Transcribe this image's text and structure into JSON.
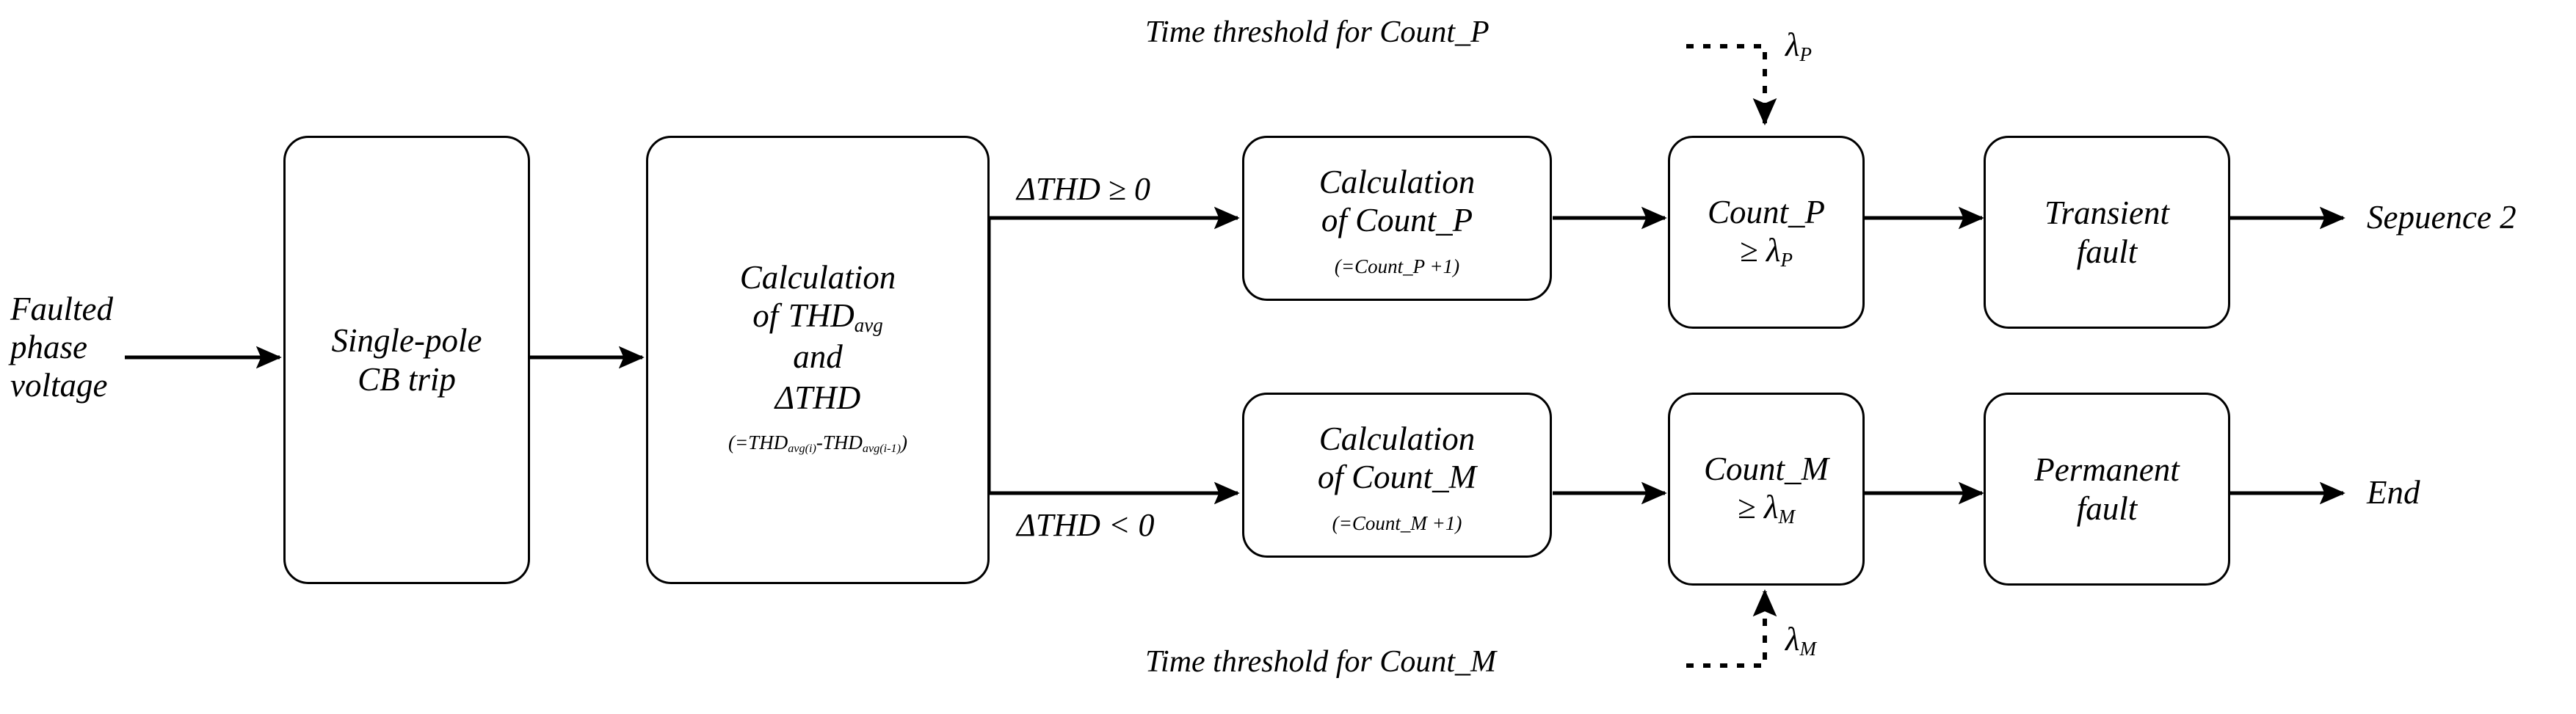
{
  "diagram": {
    "title": "Faulted phase voltage THD-based transient/permanent fault discrimination flowchart",
    "type": "flowchart",
    "background": "#ffffff",
    "stroke": "#000000"
  },
  "inputs": {
    "faulted_phase_voltage": {
      "line1": "Faulted",
      "line2": "phase",
      "line3": "voltage"
    }
  },
  "nodes": {
    "cb_trip": {
      "line1": "Single-pole",
      "line2": "CB trip"
    },
    "thd_calc": {
      "line1": "Calculation",
      "line2_pre": "of",
      "line2_main": "THD",
      "line2_sub": "avg",
      "line3": "and",
      "line4": "ΔTHD",
      "formula_open": "(=THD",
      "formula_sub1": "avg(i)",
      "formula_mid": "-THD",
      "formula_sub2": "avg(i-1)",
      "formula_close": ")"
    },
    "count_p_calc": {
      "line1": "Calculation",
      "line2": "of  Count_P",
      "line3": "(=Count_P +1)"
    },
    "count_m_calc": {
      "line1": "Calculation",
      "line2": "of  Count_M",
      "line3": "(=Count_M +1)"
    },
    "count_p_decision": {
      "line1": "Count_P",
      "line2_op": "≥ λ",
      "line2_sub": "P"
    },
    "count_m_decision": {
      "line1": "Count_M",
      "line2_op": "≥ λ",
      "line2_sub": "M"
    },
    "transient_fault": {
      "line1": "Transient",
      "line2": "fault"
    },
    "permanent_fault": {
      "line1": "Permanent",
      "line2": "fault"
    }
  },
  "edge_labels": {
    "thd_ge_zero": "ΔTHD ≥ 0",
    "thd_lt_zero": "ΔTHD < 0"
  },
  "annotations": {
    "threshold_p": {
      "text": "Time threshold for Count_P",
      "symbol_main": "λ",
      "symbol_sub": "P"
    },
    "threshold_m": {
      "text": "Time threshold for Count_M",
      "symbol_main": "λ",
      "symbol_sub": "M"
    }
  },
  "outputs": {
    "sequence_2": "Sepuence 2",
    "end": "End"
  }
}
